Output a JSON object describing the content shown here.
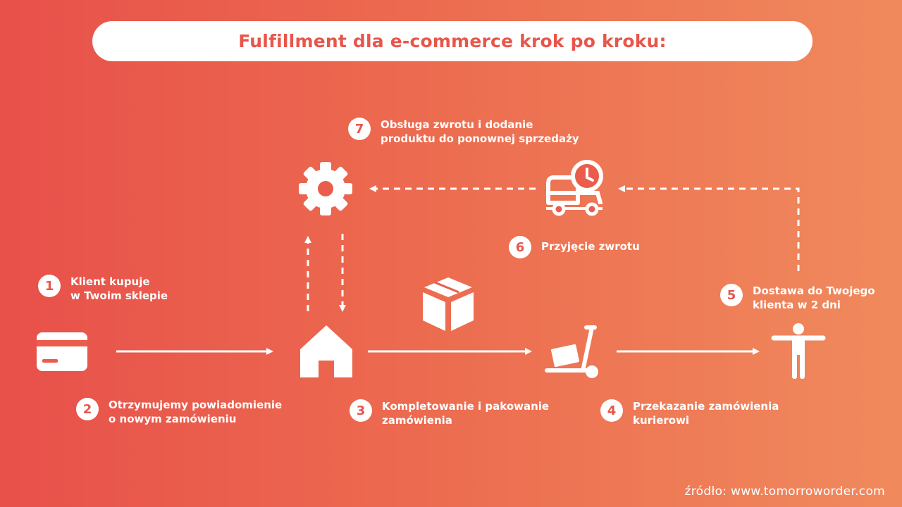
{
  "title": "Fulfillment dla e-commerce krok po kroku:",
  "steps": [
    {
      "number": "1",
      "label": "Klient kupuje\nw Twoim sklepie"
    },
    {
      "number": "2",
      "label": "Otrzymujemy powiadomienie\no nowym zamówieniu"
    },
    {
      "number": "3",
      "label": "Kompletowanie i pakowanie\nzamówienia"
    },
    {
      "number": "4",
      "label": "Przekazanie zamówienia\nkurierowi"
    },
    {
      "number": "5",
      "label": "Dostawa do Twojego\nklienta w 2 dni"
    },
    {
      "number": "6",
      "label": "Przyjęcie zwrotu"
    },
    {
      "number": "7",
      "label": "Obsługa zwrotu i dodanie\nproduktu do ponownej sprzedaży"
    }
  ],
  "icons": {
    "card": "credit-card-icon",
    "warehouse": "house-icon",
    "settings": "gear-icon",
    "box": "package-box-icon",
    "truck": "truck-clock-icon",
    "trolley": "hand-truck-icon",
    "customer": "person-icon"
  },
  "source": "źródło: www.tomorroworder.com",
  "colors": {
    "background_start": "#e8504a",
    "background_end": "#f08a5d",
    "title_text": "#e8564b",
    "foreground": "#ffffff"
  }
}
